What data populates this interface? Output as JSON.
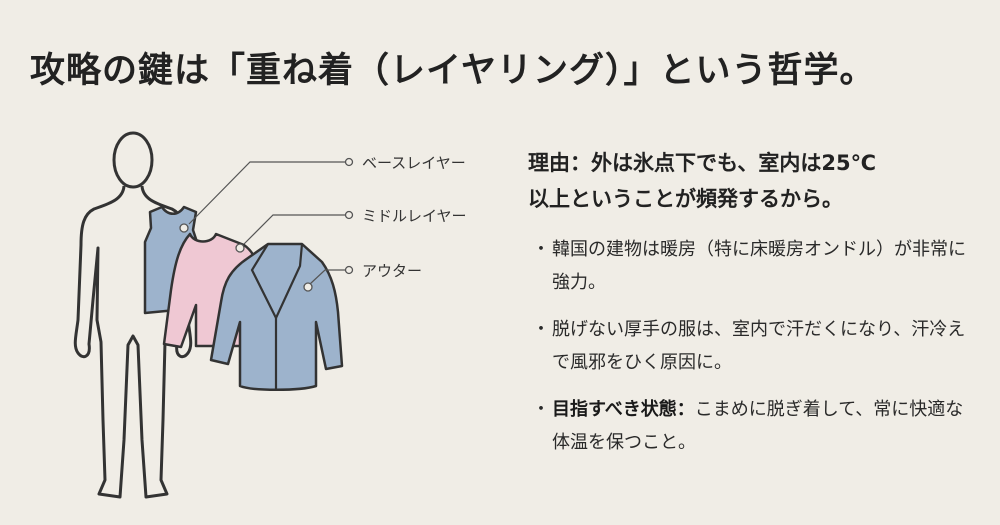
{
  "title": "攻略の鍵は「重ね着（レイヤリング）」という哲学。",
  "diagram": {
    "labels": [
      "ベースレイヤー",
      "ミドルレイヤー",
      "アウター"
    ],
    "colors": {
      "background": "#f0ede6",
      "base": "#9db3cc",
      "middle": "#efc8d3",
      "outer": "#9db3cc",
      "stroke": "#333333"
    }
  },
  "reason": {
    "line1": "理由：外は氷点下でも、室内は25℃",
    "line2": "以上ということが頻発するから。"
  },
  "bullets": [
    {
      "bold": "",
      "text": "韓国の建物は暖房（特に床暖房オンドル）が非常に強力。"
    },
    {
      "bold": "",
      "text": "脱げない厚手の服は、室内で汗だくになり、汗冷えで風邪をひく原因に。"
    },
    {
      "bold": "目指すべき状態：",
      "text": "こまめに脱ぎ着して、常に快適な体温を保つこと。"
    }
  ],
  "bullet_marker": "・"
}
